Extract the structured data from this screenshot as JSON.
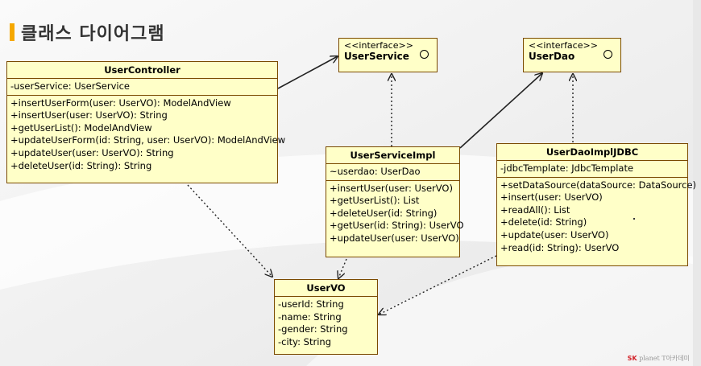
{
  "title": "클래스 다이어그램",
  "logo": {
    "sk": "SK",
    "rest": "planet T아카데미"
  },
  "classes": {
    "user_controller": {
      "name": "UserController",
      "attributes": [
        "-userService: UserService"
      ],
      "operations": [
        "+insertUserForm(user: UserVO): ModelAndView",
        "+insertUser(user: UserVO): String",
        "+getUserList(): ModelAndView",
        "+updateUserForm(id: String, user: UserVO): ModelAndView",
        "+updateUser(user: UserVO): String",
        "+deleteUser(id: String): String"
      ]
    },
    "user_service": {
      "stereotype": "<<interface>>",
      "name": "UserService"
    },
    "user_dao": {
      "stereotype": "<<interface>>",
      "name": "UserDao"
    },
    "user_service_impl": {
      "name": "UserServiceImpl",
      "attributes": [
        "~userdao: UserDao"
      ],
      "operations": [
        "+insertUser(user: UserVO)",
        "+getUserList(): List",
        "+deleteUser(id: String)",
        "+getUser(id: String): UserVO",
        "+updateUser(user: UserVO)"
      ]
    },
    "user_dao_impl": {
      "name": "UserDaoImplJDBC",
      "attributes": [
        "-jdbcTemplate: JdbcTemplate"
      ],
      "operations": [
        "+setDataSource(dataSource: DataSource)",
        "+insert(user: UserVO)",
        "+readAll(): List",
        "+delete(id: String)",
        "+update(user: UserVO)",
        "+read(id: String): UserVO"
      ]
    },
    "user_vo": {
      "name": "UserVO",
      "attributes": [
        "-userId: String",
        "-name: String",
        "-gender: String",
        "-city: String"
      ]
    }
  },
  "colors": {
    "box_fill": "#ffffc8",
    "box_border": "#7a4a00",
    "accent": "#f5a800"
  }
}
